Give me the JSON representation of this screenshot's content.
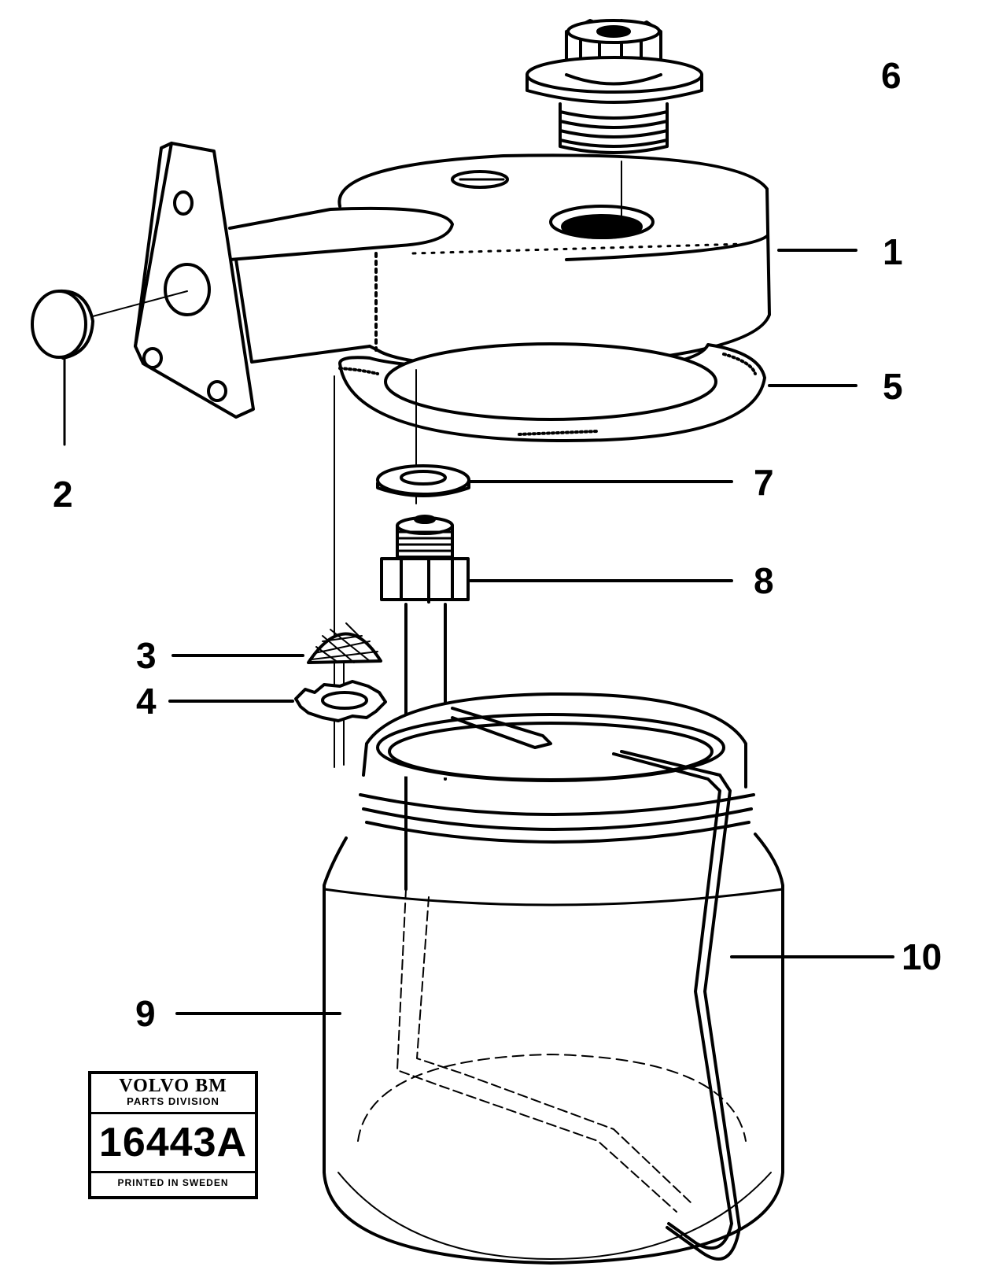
{
  "diagram": {
    "callouts": [
      {
        "id": "lid",
        "label": "1"
      },
      {
        "id": "plug",
        "label": "2"
      },
      {
        "id": "strainer",
        "label": "3"
      },
      {
        "id": "lock-washer",
        "label": "4"
      },
      {
        "id": "gasket",
        "label": "5"
      },
      {
        "id": "filler-cap",
        "label": "6"
      },
      {
        "id": "washer",
        "label": "7"
      },
      {
        "id": "tube-fitting",
        "label": "8"
      },
      {
        "id": "jar",
        "label": "9"
      },
      {
        "id": "clamp",
        "label": "10"
      }
    ]
  },
  "stamp": {
    "brand": "VOLVO BM",
    "division": "PARTS DIVISION",
    "number": "16443A",
    "printed": "PRINTED IN SWEDEN"
  }
}
